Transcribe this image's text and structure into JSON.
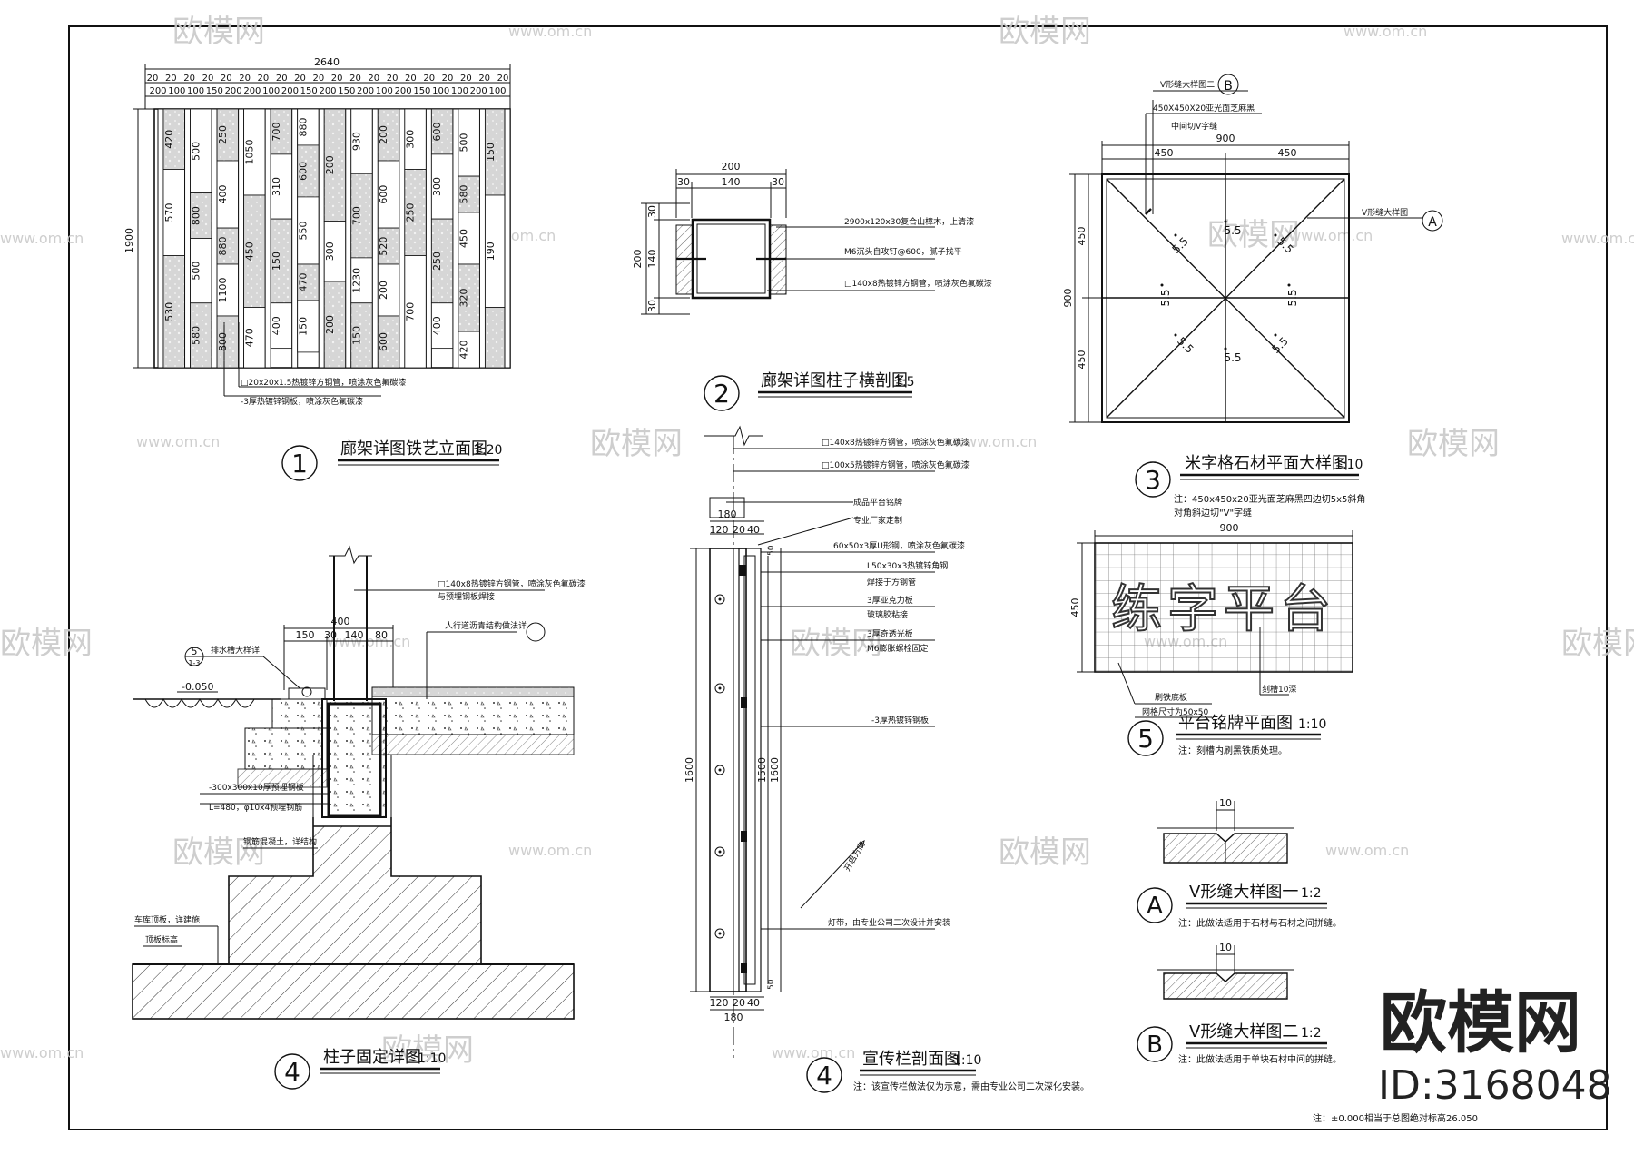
{
  "watermark": {
    "site_cn": "欧模网",
    "site_url": "www.om.cn",
    "brand_big": "欧模网",
    "id_text": "ID:3168048"
  },
  "drawing1": {
    "number": "1",
    "title": "廊架详图铁艺立面图",
    "scale": "1:20",
    "dim_total_width": "2640",
    "dim_height": "1900",
    "top_dims_row1": [
      "20",
      "20",
      "20",
      "20",
      "20",
      "20",
      "20",
      "20",
      "20",
      "20",
      "20",
      "20",
      "20",
      "20",
      "20",
      "20",
      "20",
      "20",
      "20",
      "20"
    ],
    "top_dims_row2": [
      "200",
      "100",
      "100",
      "150",
      "200",
      "200",
      "100",
      "200",
      "150",
      "200",
      "150",
      "200",
      "100",
      "200",
      "150",
      "100",
      "100",
      "200",
      "100"
    ],
    "bar_labels": [
      "420",
      "570",
      "530",
      "500",
      "800",
      "500",
      "580",
      "250",
      "400",
      "880",
      "1100",
      "800",
      "1050",
      "450",
      "470",
      "700",
      "310",
      "150",
      "400",
      "880",
      "600",
      "550",
      "470",
      "150",
      "200",
      "300",
      "200",
      "930",
      "700",
      "1230",
      "150",
      "200",
      "600",
      "520",
      "200",
      "600",
      "300",
      "250",
      "700",
      "600",
      "300",
      "250",
      "400",
      "500",
      "580",
      "450",
      "320",
      "420",
      "150",
      "190"
    ],
    "note1": "□20x20x1.5热镀锌方钢管，喷涂灰色氟碳漆",
    "note2": "-3厚热镀锌钢板，喷涂灰色氟碳漆"
  },
  "drawing2": {
    "number": "2",
    "title": "廊架详图柱子横剖图",
    "scale": "1:5",
    "dim_top": "200",
    "dim_top_parts": [
      "30",
      "140",
      "30"
    ],
    "dim_left": "200",
    "dim_left_parts": [
      "30",
      "140",
      "30"
    ],
    "note1": "2900x120x30复合山樟木，上清漆",
    "note2": "M6沉头自攻钉@600，腻子找平",
    "note3": "□140x8热镀锌方钢管，喷涂灰色氟碳漆"
  },
  "drawing3": {
    "number": "3",
    "title": "米字格石材平面大样图",
    "scale": "1:10",
    "dim_total": "900",
    "dim_half": "450",
    "callout_b": "V形缝大样图二",
    "callout_b_mark": "B",
    "callout_a": "V形缝大样图一",
    "callout_a_mark": "A",
    "top_note1": "450X450X20亚光面芝麻黑",
    "top_note2": "中间切V字缝",
    "slope_label": "5.5",
    "note": "注：450x450x20亚光面芝麻黑四边切5x5斜角",
    "note2": "对角斜边切\"V\"字缝"
  },
  "drawing4a": {
    "number": "4",
    "title": "柱子固定详图",
    "scale": "1:10",
    "dim_400": "400",
    "dim_parts": [
      "150",
      "30",
      "140",
      "80"
    ],
    "level": "-0.050",
    "callout_mark": "5",
    "callout_sub": "1-3",
    "callout_text": "排水槽大样详",
    "note1": "□140x8热镀锌方钢管，喷涂灰色氟碳漆",
    "note1b": "与预埋钢板焊接",
    "note2": "人行道沥青结构做法详",
    "note3": "-300x300x10厚预埋钢板",
    "note3b": "L=480，φ10x4预埋钢筋",
    "note4": "钢筋混凝土，详结构",
    "note5": "车库顶板，详建施",
    "note6": "顶板标高"
  },
  "drawing4b": {
    "number": "4",
    "title": "宣传栏剖面图",
    "scale": "1:10",
    "dim_180": "180",
    "dim_parts": [
      "120",
      "20",
      "40"
    ],
    "dim_1600": "1600",
    "dim_1500": "1500",
    "dim_50": "50",
    "notes": [
      "□140x8热镀锌方钢管，喷涂灰色氟碳漆",
      "□100x5热镀锌方钢管，喷涂灰色氟碳漆",
      "成品平台铭牌",
      "专业厂家定制",
      "60x50x3厚U形钢，喷涂灰色氟碳漆",
      "L50x30x3热镀锌角钢",
      "焊接于方钢管",
      "3厚亚克力板",
      "玻璃胶粘接",
      "3厚奇透光板",
      "M6膨胀螺栓固定",
      "-3厚热镀锌钢板",
      "灯带，由专业公司二次设计并安装"
    ],
    "open_label": "开启方向",
    "footnote": "注：该宣传栏做法仅为示意，需由专业公司二次深化安装。"
  },
  "drawing5": {
    "number": "5",
    "title": "平台铭牌平面图",
    "scale": "1:10",
    "dim_width": "900",
    "dim_height": "450",
    "plate_text": "练字平台",
    "note_left1": "刷铁底板",
    "note_left2": "网格尺寸为50x50",
    "note_right": "刻槽10深",
    "footnote": "注：刻槽内刷黑铁质处理。"
  },
  "detailA": {
    "mark": "A",
    "title": "V形缝大样图一",
    "scale": "1:2",
    "dim": "10",
    "note": "注：此做法适用于石材与石材之间拼缝。"
  },
  "detailB": {
    "mark": "B",
    "title": "V形缝大样图二",
    "scale": "1:2",
    "dim": "10",
    "note": "注：此做法适用于单块石材中间的拼缝。"
  },
  "sheet_note": "注：±0.000相当于总图绝对标高26.050"
}
